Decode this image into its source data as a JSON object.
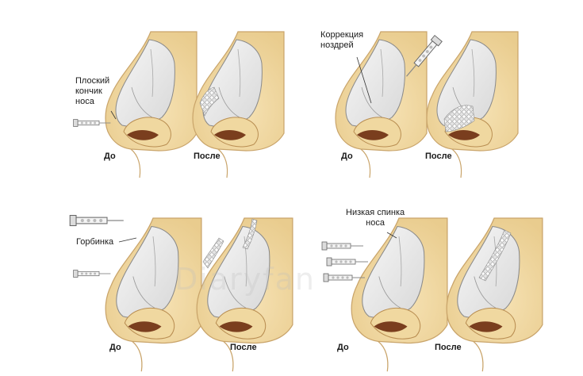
{
  "colors": {
    "skin": "#f2dcaa",
    "skin_edge": "#c9a46a",
    "cartilage": "#eeeeee",
    "cartilage_edge": "#8a8a8a",
    "nostril": "#7a3e1e",
    "filler": "#d9d9d9"
  },
  "panels": [
    {
      "label": "Плоский\nкончик\nноса",
      "before": "До",
      "after": "После"
    },
    {
      "label": "Коррекция\nноздрей",
      "before": "До",
      "after": "После"
    },
    {
      "label": "Горбинка",
      "before": "До",
      "after": "После"
    },
    {
      "label": "Низкая спинка\nноса",
      "before": "До",
      "after": "После"
    }
  ],
  "watermark": "Diaryfan"
}
